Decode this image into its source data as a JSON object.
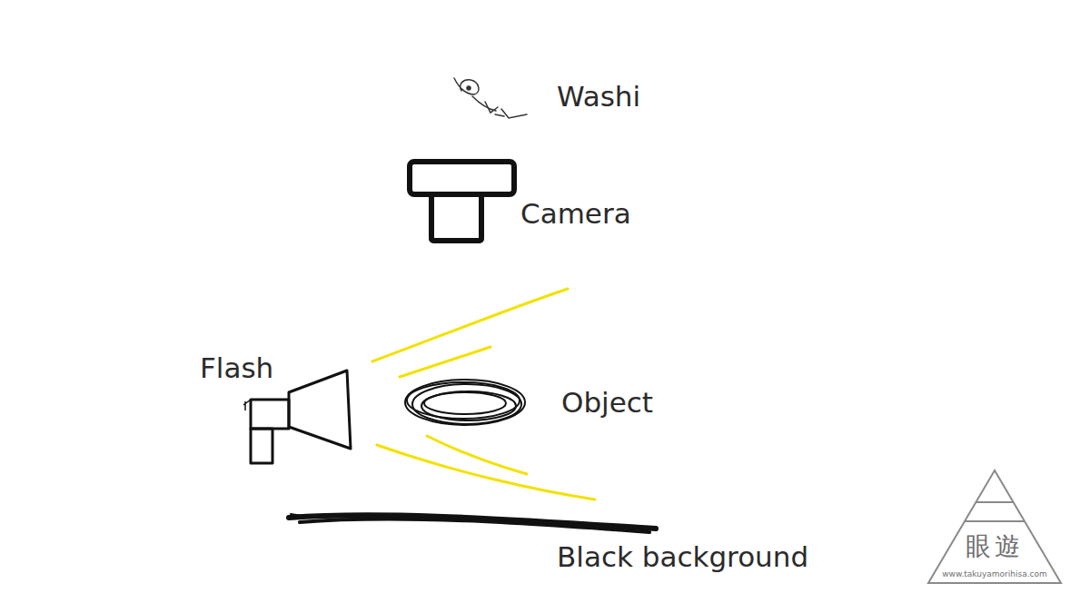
{
  "diagram": {
    "labels": [
      "Washi",
      "Camera",
      "Flash",
      "Object",
      "Black background",
      "眼遊",
      "www.takuyamorihisa.com"
    ]
  }
}
